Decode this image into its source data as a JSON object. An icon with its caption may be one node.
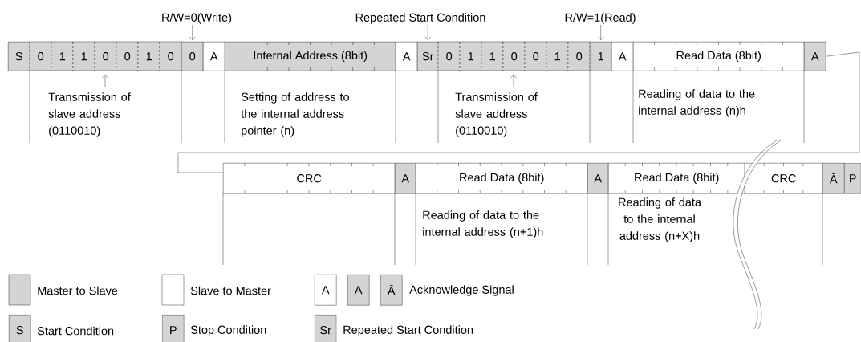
{
  "diagram": {
    "nodes": [
      {
        "text": [
          "R/W=0(Write)"
        ]
      },
      {
        "text": [
          "Repeated Start Condition"
        ]
      },
      {
        "text": [
          "R/W=1(Read)"
        ]
      },
      {
        "text": [
          "S"
        ]
      },
      {
        "text": [
          "0"
        ]
      },
      {
        "text": [
          "1"
        ]
      },
      {
        "text": [
          "1"
        ]
      },
      {
        "text": [
          "0"
        ]
      },
      {
        "text": [
          "0"
        ]
      },
      {
        "text": [
          "1"
        ]
      },
      {
        "text": [
          "0"
        ]
      },
      {
        "text": [
          "0"
        ]
      },
      {
        "text": [
          "A"
        ]
      },
      {
        "text": [
          "Internal Address (8bit)"
        ]
      },
      {
        "text": [
          "A"
        ]
      },
      {
        "text": [
          "Sr"
        ]
      },
      {
        "text": [
          "0"
        ]
      },
      {
        "text": [
          "1"
        ]
      },
      {
        "text": [
          "1"
        ]
      },
      {
        "text": [
          "0"
        ]
      },
      {
        "text": [
          "0"
        ]
      },
      {
        "text": [
          "1"
        ]
      },
      {
        "text": [
          "0"
        ]
      },
      {
        "text": [
          "1"
        ]
      },
      {
        "text": [
          "A"
        ]
      },
      {
        "text": [
          "Read Data (8bit)"
        ]
      },
      {
        "text": [
          "A"
        ]
      },
      {
        "text": [
          "CRC"
        ]
      },
      {
        "text": [
          "A"
        ]
      },
      {
        "text": [
          "Read Data (8bit)"
        ]
      },
      {
        "text": [
          "A"
        ]
      },
      {
        "text": [
          "Read Data (8bit)"
        ]
      },
      {
        "text": [
          "CRC"
        ]
      },
      {
        "text": [
          "Ā"
        ]
      },
      {
        "text": [
          "P"
        ]
      }
    ],
    "edges": [
      {
        "from": 0,
        "to": 11,
        "arrow": "to"
      },
      {
        "from": 1,
        "to": 15,
        "arrow": "to"
      },
      {
        "from": 2,
        "to": 23,
        "arrow": "to"
      },
      {
        "from": 26,
        "to": 27,
        "arrow": "none"
      }
    ],
    "labels": [
      "Transmission of slave address (0110010)",
      "Setting of address to the internal address pointer (n)",
      "Transmission of slave address (0110010)",
      "Reading of data to the internal address (n)h",
      "Reading of data to the internal address (n+1)h",
      "Reading of data to the internal address (n+X)h",
      "A",
      "A",
      "Ā",
      "S",
      "P",
      "Sr"
    ],
    "legend": [
      {
        "text": "Master to Slave",
        "color": "#d4d4d4"
      },
      {
        "text": "Slave to Master"
      },
      {
        "text": "Acknowledge Signal"
      },
      {
        "text": "Start Condition"
      },
      {
        "text": "Stop Condition"
      },
      {
        "text": "Repeated Start Condition"
      }
    ]
  }
}
